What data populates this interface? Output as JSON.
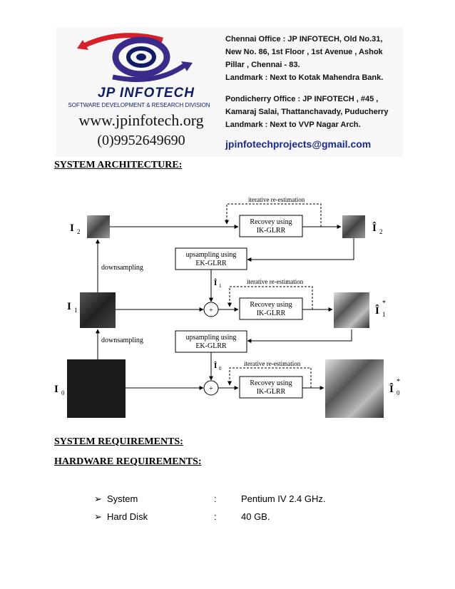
{
  "header": {
    "brand": "JP INFOTECH",
    "tagline": "SOFTWARE DEVELOPMENT & RESEARCH DIVISION",
    "website": "www.jpinfotech.org",
    "phone": "(0)9952649690",
    "chennai_lines": [
      "Chennai Office : JP INFOTECH, Old No.31,",
      "New No. 86, 1st Floor , 1st Avenue , Ashok",
      "Pillar , Chennai - 83.",
      "Landmark : Next to Kotak Mahendra Bank."
    ],
    "pondy_lines": [
      "Pondicherry Office : JP INFOTECH , #45 ,",
      "Kamaraj Salai, Thattanchavady, Puducherry",
      "Landmark : Next to VVP Nagar Arch."
    ],
    "email": "jpinfotechprojects@gmail.com",
    "colors": {
      "brand_blue": "#101c63",
      "logo_red": "#d8202a",
      "logo_purple": "#3a2a8a"
    }
  },
  "headings": {
    "architecture": "SYSTEM ARCHITECTURE:",
    "system_requirements": "SYSTEM REQUIREMENTS:",
    "hardware_requirements": "HARDWARE  REQUIREMENTS:"
  },
  "diagram": {
    "labels": {
      "i2": "I",
      "i2_sub": "2",
      "i1": "I",
      "i1_sub": "1",
      "i0": "I",
      "i0_sub": "0",
      "downsampling_top": "downsampling",
      "downsampling_bottom": "downsampling",
      "iterative_top": "iterative re-estimation",
      "iterative_mid": "iterative  re-estimation",
      "iterative_bottom": "iterative  re-estimation",
      "recovery_top_1": "Recovey using",
      "recovery_top_2": "IK-GLRR",
      "recovery_mid_1": "Recovey using",
      "recovery_mid_2": "IK-GLRR",
      "recovery_bottom_1": "Recovey using",
      "recovery_bottom_2": "IK-GLRR",
      "upsampling_top_1": "upsampling using",
      "upsampling_top_2": "EK-GLRR",
      "upsampling_bottom_1": "upsampling using",
      "upsampling_bottom_2": "EK-GLRR",
      "plus": "+",
      "hat_i1": "Î",
      "hat_i1_sub": "1",
      "hat_i0": "Î",
      "hat_i0_sub": "0",
      "out_i2": "Î",
      "out_i2_sub": "2",
      "out_i1": "Î",
      "out_i1_sub": "1",
      "out_i0": "Î",
      "out_i0_sub": "0",
      "star": "*"
    }
  },
  "requirements": [
    {
      "arrow": "➢",
      "label": "System",
      "colon": ":",
      "value": "Pentium IV 2.4 GHz."
    },
    {
      "arrow": "➢",
      "label": "Hard Disk",
      "colon": ":",
      "value": "40 GB."
    }
  ]
}
